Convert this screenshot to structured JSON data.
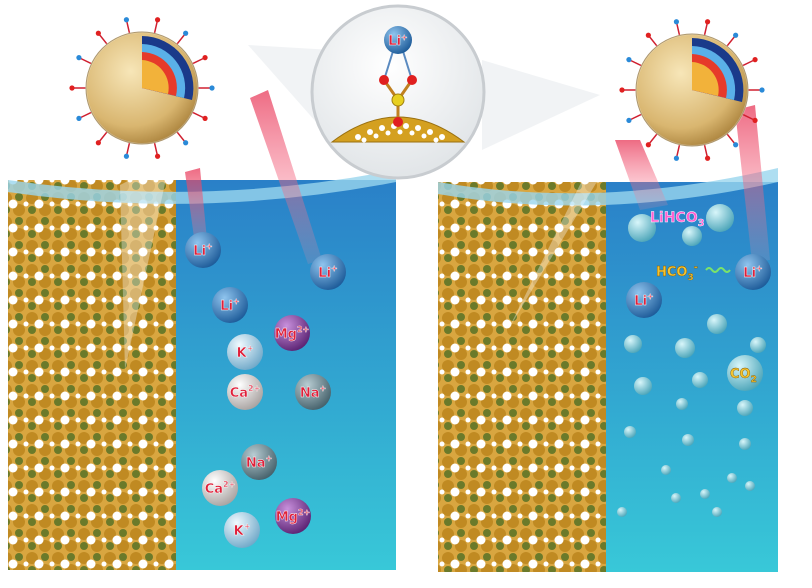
{
  "left_panel": {
    "ions": [
      {
        "label": "Li",
        "charge": "+",
        "kind": "li"
      },
      {
        "label": "Li",
        "charge": "+",
        "kind": "li"
      },
      {
        "label": "Li",
        "charge": "+",
        "kind": "li"
      },
      {
        "label": "Mg",
        "charge": "2+",
        "kind": "mg"
      },
      {
        "label": "K",
        "charge": "+",
        "kind": "k"
      },
      {
        "label": "Ca",
        "charge": "2+",
        "kind": "ca"
      },
      {
        "label": "Na",
        "charge": "+",
        "kind": "na"
      },
      {
        "label": "Na",
        "charge": "+",
        "kind": "na"
      },
      {
        "label": "Ca",
        "charge": "2+",
        "kind": "ca"
      },
      {
        "label": "Mg",
        "charge": "2+",
        "kind": "mg"
      },
      {
        "label": "K",
        "charge": "+",
        "kind": "k"
      }
    ]
  },
  "right_panel": {
    "ions": [
      {
        "label": "Li",
        "charge": "+",
        "kind": "li"
      },
      {
        "label": "Li",
        "charge": "+",
        "kind": "li"
      }
    ],
    "chem_labels": {
      "lihco3_main": "LiHCO",
      "lihco3_sub": "3",
      "hco3_main": "HCO",
      "hco3_sub": "3",
      "hco3_charge": "-",
      "co2_main": "CO",
      "co2_sub": "2"
    }
  },
  "zoom_inset": {
    "ion_label": "Li",
    "ion_charge": "+"
  },
  "colors": {
    "water_top": "#2a80c8",
    "water_bottom": "#36c6d8",
    "li": "#1f5d9c",
    "mg": "#6b2d86",
    "na": "#4f6f7a",
    "ca": "#c9c5c3",
    "k": "#9fc8e0",
    "label_red": "#e0203a",
    "label_yellow": "#f4c430",
    "label_pink": "#ff5fd0"
  }
}
